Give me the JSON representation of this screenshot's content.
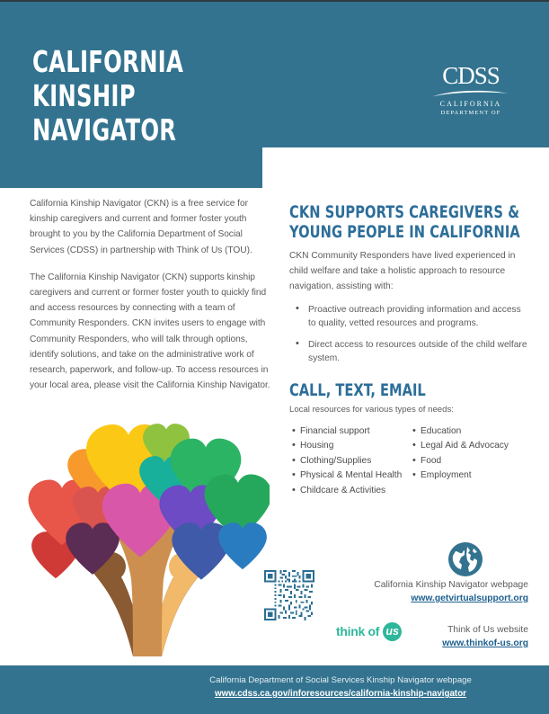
{
  "colors": {
    "brand_teal": "#33738f",
    "heading_blue": "#2d6e99",
    "body_gray": "#5c5c5c",
    "link_blue": "#1c5f8e",
    "think_green": "#2eb79a"
  },
  "header": {
    "title": "CALIFORNIA KINSHIP NAVIGATOR",
    "logo": {
      "mark": "CDSS",
      "line1": "CALIFORNIA",
      "line2": "DEPARTMENT OF"
    }
  },
  "left_column": {
    "paragraphs": [
      "California Kinship Navigator (CKN) is a free service for kinship caregivers and current and former foster youth brought to you by the California Department of Social Services (CDSS) in partnership with Think of Us (TOU).",
      "The California Kinship Navigator (CKN) supports kinship caregivers and current or former foster youth to quickly find and access resources by connecting with a team of Community Responders. CKN invites users to engage with Community Responders, who will talk through options, identify solutions, and take on the administrative work of research, paperwork, and follow-up. To access resources in your local area, please visit the California Kinship Navigator."
    ],
    "illustration_alt": "heart-tree-illustration"
  },
  "right_column": {
    "section1": {
      "heading": "CKN SUPPORTS CAREGIVERS & YOUNG PEOPLE IN CALIFORNIA",
      "intro": "CKN Community Responders have lived experienced in child welfare and take a holistic approach to resource navigation, assisting with:",
      "bullets": [
        "Proactive outreach providing information and access to quality, vetted resources and programs.",
        "Direct access to resources outside of the child welfare system."
      ]
    },
    "section2": {
      "heading": "CALL, TEXT, EMAIL",
      "intro": "Local resources for various types of needs:",
      "needs_left": [
        "Financial support",
        "Housing",
        "Clothing/Supplies",
        "Physical & Mental Health",
        "Childcare & Activities"
      ],
      "needs_right": [
        "Education",
        "Legal Aid & Advocacy",
        "Food",
        "Employment"
      ]
    }
  },
  "links": {
    "ckn": {
      "caption": "California Kinship Navigator webpage",
      "url": "www.getvirtualsupport.org"
    },
    "tou": {
      "caption": "Think of Us website",
      "url": "www.thinkof-us.org"
    },
    "think_logo": {
      "text": "think of",
      "badge": "us"
    },
    "qr_alt": "qr-code",
    "globe_alt": "globe-icon"
  },
  "footer": {
    "caption": "California Department of Social Services Kinship Navigator webpage",
    "url": "www.cdss.ca.gov/inforesources/california-kinship-navigator"
  }
}
